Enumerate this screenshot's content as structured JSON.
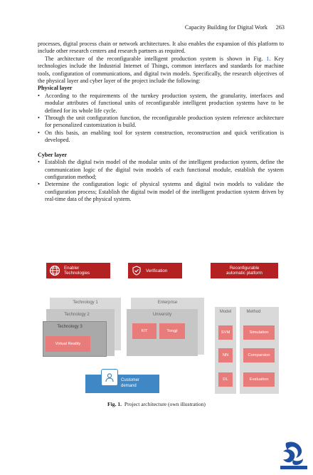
{
  "header": {
    "running_title": "Capacity Building for Digital Work",
    "page_number": "263"
  },
  "intro": {
    "p1": "processes, digital process chain or network architectures. It also enables the expansion of this platform to include other research centers and research partners as required.",
    "p2_before": "The architecture of the reconfigurable intelligent production system is shown in Fig. ",
    "p2_link": "1",
    "p2_after": ". Key technologies include the Industrial Internet of Things, common interfaces and standards for machine tools, configuration of communications, and digital twin models. Specifically, the research objectives of the physical layer and cyber layer of the project include the following:"
  },
  "physical_layer": {
    "heading": "Physical layer",
    "items": [
      "According to the requirements of the turnkey production system, the granularity, interfaces and modular attributes of functional units of reconfigurable intelligent production systems have to be defined for its whole life cycle.",
      "Through the unit configuration function, the reconfigurable production system reference architecture for personalized customization is build.",
      "On this basis, an enabling tool for system construction, reconstruction and quick verification is developed."
    ]
  },
  "cyber_layer": {
    "heading": "Cyber layer",
    "items": [
      "Establish the digital twin model of the modular units of the intelligent production system, define the communication logic of the digital twin models of each functional module, establish the system configuration method;",
      "Determine the configuration logic of physical systems and digital twin models to validate the configuration process; Establish the digital twin model of the intelligent production system driven by real-time data of the physical system."
    ]
  },
  "figure": {
    "enabler": "Enabler Technologies",
    "verification": "Verification",
    "reconfigurable": "Reconfigurable automatic platform",
    "tech1": "Technology 1",
    "tech2": "Technology 2",
    "tech3": "Technology 3",
    "virtual_reality": "Virtual Reality",
    "enterprise": "Enterprise",
    "university": "University",
    "kit": "KIT",
    "tongji": "Tongji",
    "model": "Model",
    "method": "Method",
    "svm": "SVM",
    "nn": "NN",
    "dl": "DL",
    "simulation": "Simulation",
    "comparsion": "Comparsion",
    "evaluation": "Evaluation",
    "customer_demand": "Customer demand",
    "colors": {
      "red": "#b32123",
      "pink": "#e87c7a",
      "blue": "#3f88c5"
    }
  },
  "caption": {
    "label": "Fig. 1.",
    "text": "Project architecture (own illustration)"
  }
}
